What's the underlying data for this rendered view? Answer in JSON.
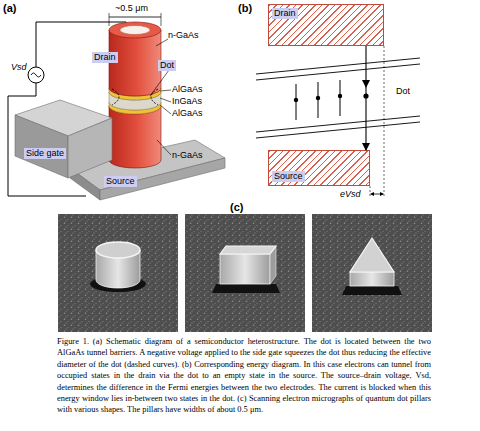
{
  "diagram": {
    "caption": "Figure 1. (a) Schematic diagram of a semiconductor heterostructure. The dot is located between the two AlGaAs tunnel barriers. A negative voltage applied to the side gate squeezes the dot thus reducing the effective diameter of the dot (dashed curves). (b) Corresponding energy diagram. In this case electrons can tunnel from occupied states in the drain via the dot to an empty state in the source. The source–drain voltage, Vsd, determines the difference in the Fermi energies between the two electrodes. The current is blocked when this energy window lies in-between two states in the dot. (c) Scanning electron micrographs of quantum dot pillars with various shapes. The pillars have widths of about 0.5 μm.",
    "nodes": [
      {
        "text": [
          "Drain"
        ]
      },
      {
        "text": [
          "Dot"
        ]
      },
      {
        "text": [
          "Side gate"
        ]
      },
      {
        "text": [
          "Source"
        ]
      },
      {
        "text": [
          "Drain"
        ]
      },
      {
        "text": [
          "Source"
        ]
      }
    ],
    "edges": [
      {
        "from": 4,
        "to": 5,
        "arrow": "to"
      }
    ],
    "labels": [
      "(a)",
      "~0.5 μm",
      "Vsd",
      "n-GaAs",
      "AlGaAs",
      "InGaAs",
      "AlGaAs",
      "n-GaAs",
      "(b)",
      "Dot",
      "eVsd",
      "(c)"
    ]
  }
}
